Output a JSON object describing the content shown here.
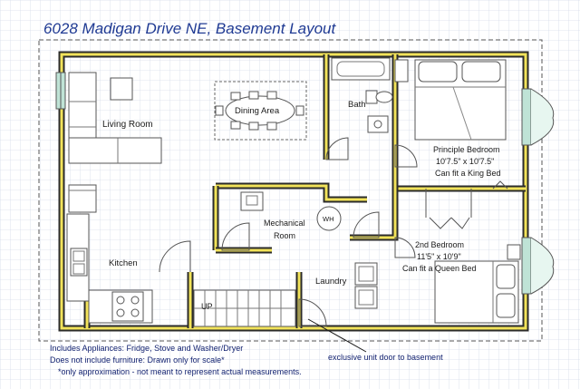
{
  "title": "6028 Madigan Drive NE, Basement Layout",
  "rooms": {
    "living_room": "Living Room",
    "dining_area": "Dining Area",
    "bath": "Bath",
    "principle_bedroom": "Principle Bedroom",
    "principle_bedroom_size": "10'7.5\" x 10'7.5\"",
    "principle_bedroom_note": "Can fit a King Bed",
    "mechanical_room_line1": "Mechanical",
    "mechanical_room_line2": "Room",
    "wh": "WH",
    "second_bedroom": "2nd Bedroom",
    "second_bedroom_size": "11'5\" x 10'9\"",
    "second_bedroom_note": "Can fit a Queen Bed",
    "kitchen": "Kitchen",
    "laundry": "Laundry",
    "stairs_up": "UP"
  },
  "notes": {
    "appliances": "Includes Appliances: Fridge, Stove and Washer/Dryer",
    "furniture": "Does not include furniture: Drawn only for scale*",
    "approx": "*only approximation - not meant to represent actual measurements.",
    "door": "exclusive unit door to basement"
  },
  "colors": {
    "wall": "#2b2b2b",
    "wall_fill": "#f2e35a",
    "grid": "#d6dcea",
    "title": "#1f3a93",
    "window": "#bfe3d6"
  }
}
